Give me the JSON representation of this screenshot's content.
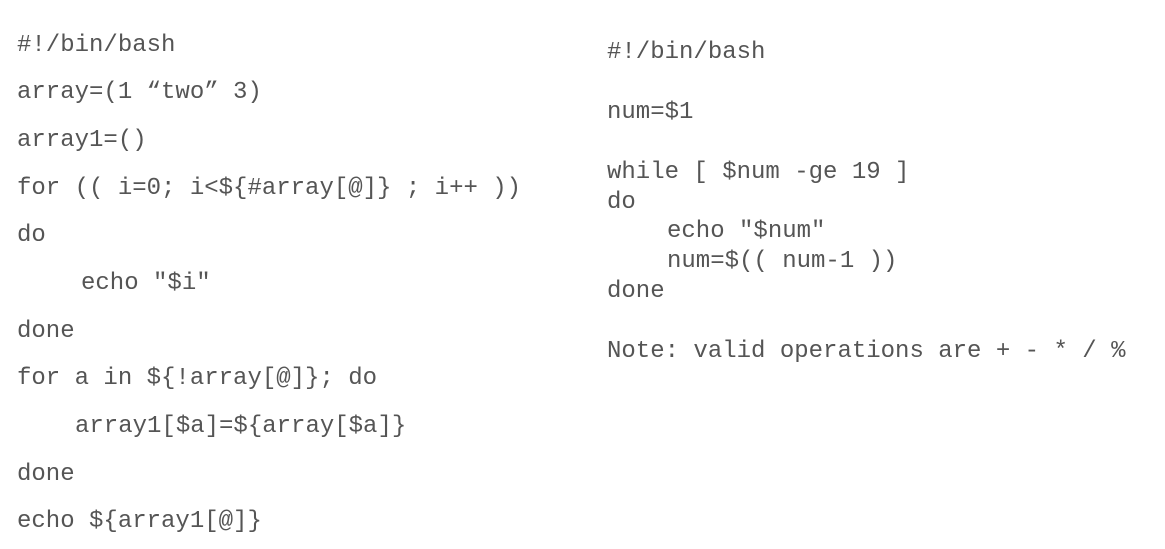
{
  "left_script": {
    "lines": [
      "#!/bin/bash",
      "array=(1 “two” 3)",
      "array1=()",
      "for (( i=0; i<${#array[@]} ; i++ ))",
      "do",
      "echo \"$i\"",
      "done",
      "for a in ${!array[@]}; do",
      "array1[$a]=${array[$a]}",
      "done",
      "echo ${array1[@]}"
    ]
  },
  "right_script": {
    "lines": [
      "#!/bin/bash",
      "num=$1",
      "while [ $num -ge 19 ]",
      "do",
      "echo \"$num\"",
      "num=$(( num-1 ))",
      "done",
      "Note: valid operations are + - * / %"
    ]
  }
}
